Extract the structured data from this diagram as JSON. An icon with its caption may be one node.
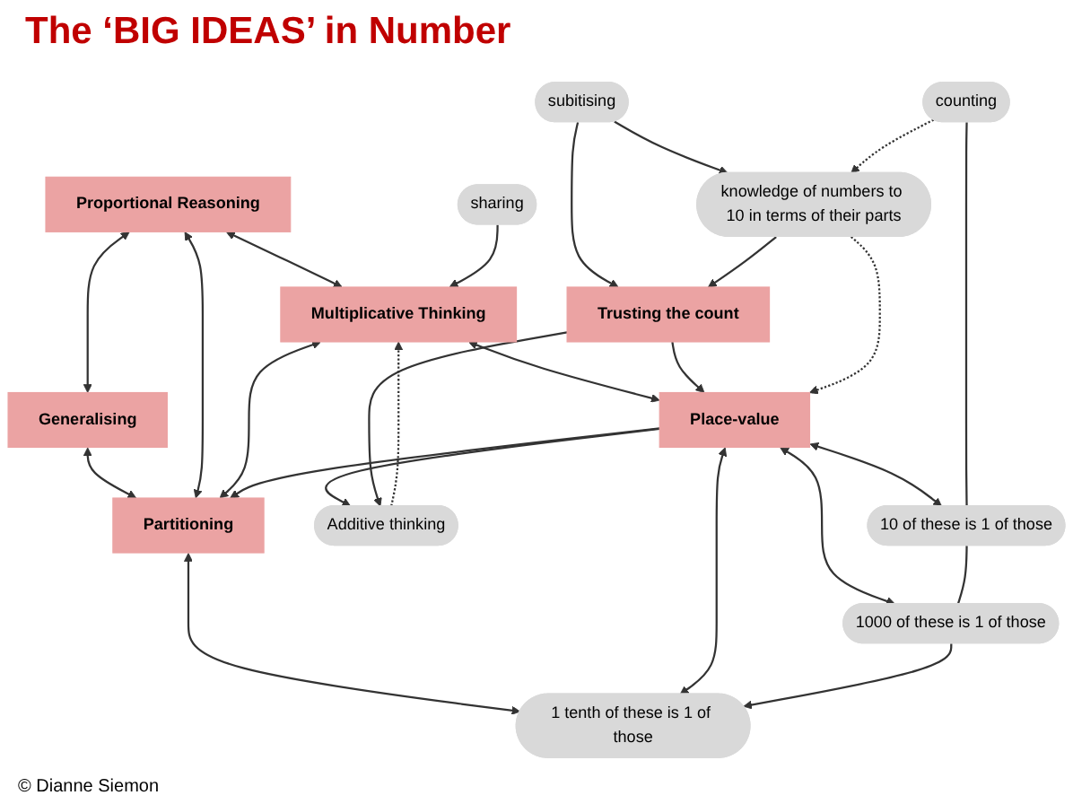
{
  "diagram": {
    "title": "The ‘BIG IDEAS’ in Number",
    "nodes": [
      {
        "text": [
          "Generalising"
        ]
      },
      {
        "text": [
          "Proportional Reasoning"
        ]
      },
      {
        "text": [
          "Partitioning"
        ]
      },
      {
        "text": [
          "1 tenth of these is 1 of those"
        ]
      },
      {
        "text": [
          "Multiplicative Thinking"
        ]
      },
      {
        "text": [
          "Additive thinking"
        ]
      },
      {
        "text": [
          "Place-value"
        ]
      },
      {
        "text": [
          "1000 of these is 1 of those"
        ]
      },
      {
        "text": [
          "Trusting the count"
        ]
      },
      {
        "text": [
          "10 of these is 1 of those"
        ]
      },
      {
        "text": [
          "sharing"
        ]
      },
      {
        "text": [
          "knowledge of numbers to 10 in terms of their parts"
        ]
      },
      {
        "text": [
          "subitising"
        ]
      },
      {
        "text": [
          "counting"
        ]
      }
    ],
    "edges": [
      {
        "from": 1,
        "to": 0,
        "arrow": "both"
      },
      {
        "from": 0,
        "to": 2,
        "arrow": "both"
      },
      {
        "from": 1,
        "to": 2,
        "arrow": "both"
      },
      {
        "from": 1,
        "to": 4,
        "arrow": "both"
      },
      {
        "from": 4,
        "to": 2,
        "arrow": "both"
      },
      {
        "from": 2,
        "to": 3,
        "arrow": "both"
      },
      {
        "from": 6,
        "to": 2,
        "arrow": "to"
      },
      {
        "from": 4,
        "to": 6,
        "arrow": "both"
      },
      {
        "from": 6,
        "to": 3,
        "arrow": "both"
      },
      {
        "from": 6,
        "to": 7,
        "arrow": "both"
      },
      {
        "from": 6,
        "to": 9,
        "arrow": "both"
      },
      {
        "from": 6,
        "to": 5,
        "arrow": "to"
      },
      {
        "from": 5,
        "to": 4,
        "arrow": "to",
        "style": "dashed"
      },
      {
        "from": 8,
        "to": 5,
        "arrow": "to"
      },
      {
        "from": 8,
        "to": 6,
        "arrow": "to"
      },
      {
        "from": 10,
        "to": 4,
        "arrow": "to"
      },
      {
        "from": 12,
        "to": 8,
        "arrow": "to"
      },
      {
        "from": 12,
        "to": 11,
        "arrow": "to"
      },
      {
        "from": 11,
        "to": 8,
        "arrow": "to"
      },
      {
        "from": 11,
        "to": 6,
        "arrow": "to",
        "style": "dashed"
      },
      {
        "from": 13,
        "to": 11,
        "arrow": "to",
        "style": "dashed"
      },
      {
        "from": 13,
        "to": 9,
        "arrow": "none"
      },
      {
        "from": 9,
        "to": 7,
        "arrow": "none"
      },
      {
        "from": 7,
        "to": 3,
        "arrow": "to"
      }
    ],
    "labels": [
      "© Dianne Siemon"
    ]
  }
}
